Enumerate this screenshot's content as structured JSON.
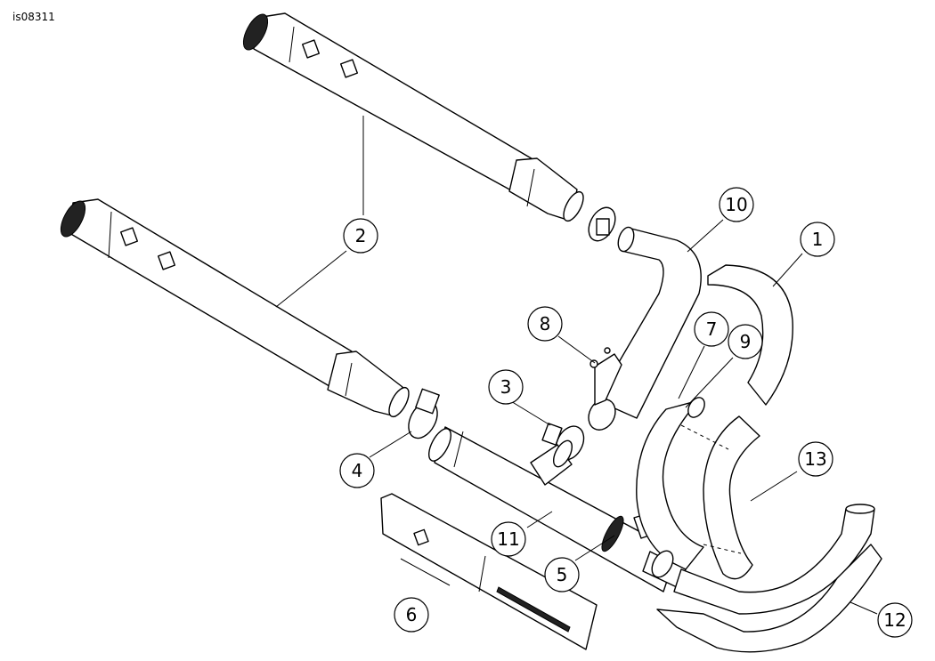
{
  "document_id": "is08311",
  "callouts": [
    {
      "number": "1"
    },
    {
      "number": "2"
    },
    {
      "number": "3"
    },
    {
      "number": "4"
    },
    {
      "number": "5"
    },
    {
      "number": "6"
    },
    {
      "number": "7"
    },
    {
      "number": "8"
    },
    {
      "number": "9"
    },
    {
      "number": "10"
    },
    {
      "number": "11"
    },
    {
      "number": "12"
    },
    {
      "number": "13"
    }
  ]
}
